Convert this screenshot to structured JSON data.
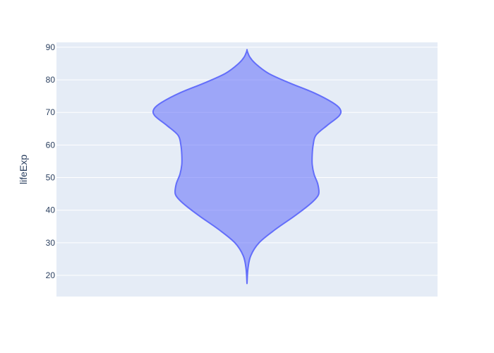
{
  "chart_data": {
    "type": "violin",
    "title": "",
    "xlabel": "",
    "ylabel": "lifeExp",
    "ylim": [
      13.5,
      91.5
    ],
    "yticks": [
      20,
      30,
      40,
      50,
      60,
      70,
      80,
      90
    ],
    "grid": true,
    "legend": "none",
    "colors": {
      "plot_bg": "#e5ecf6",
      "grid": "#ffffff",
      "fill": "#636efa",
      "fill_opacity": 0.55,
      "line": "#636efa",
      "text": "#2a3f5f"
    },
    "series": [
      {
        "range": [
          17.5,
          89
        ],
        "density": [
          [
            17.5,
            0.0
          ],
          [
            22,
            0.01
          ],
          [
            26,
            0.04
          ],
          [
            30,
            0.13
          ],
          [
            34,
            0.3
          ],
          [
            38,
            0.5
          ],
          [
            41,
            0.64
          ],
          [
            43,
            0.72
          ],
          [
            45,
            0.77
          ],
          [
            48,
            0.76
          ],
          [
            51,
            0.72
          ],
          [
            54,
            0.7
          ],
          [
            57,
            0.7
          ],
          [
            60,
            0.71
          ],
          [
            63,
            0.74
          ],
          [
            66,
            0.86
          ],
          [
            69,
            0.99
          ],
          [
            71,
            1.0
          ],
          [
            73,
            0.92
          ],
          [
            76,
            0.72
          ],
          [
            79,
            0.46
          ],
          [
            82,
            0.23
          ],
          [
            85,
            0.09
          ],
          [
            87,
            0.03
          ],
          [
            89,
            0.0
          ]
        ]
      }
    ]
  }
}
